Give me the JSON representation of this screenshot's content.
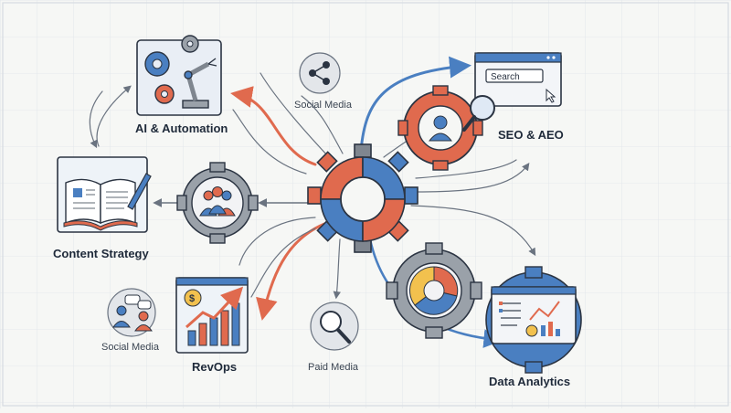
{
  "nodes": {
    "ai_automation": "AI & Automation",
    "social_media_top": "Social Media",
    "seo_aeo": "SEO & AEO",
    "content_strategy": "Content Strategy",
    "social_media_bottom": "Social Media",
    "revops": "RevOps",
    "paid_media": "Paid Media",
    "data_analytics": "Data Analytics"
  },
  "search_box": {
    "placeholder": "Search"
  },
  "icons": {
    "dollar_symbol": "$"
  },
  "colors": {
    "blue": "#4a7fc1",
    "red": "#e06a4e",
    "gray": "#7f868f",
    "ink": "#2b3442",
    "background": "#f6f7f5"
  }
}
